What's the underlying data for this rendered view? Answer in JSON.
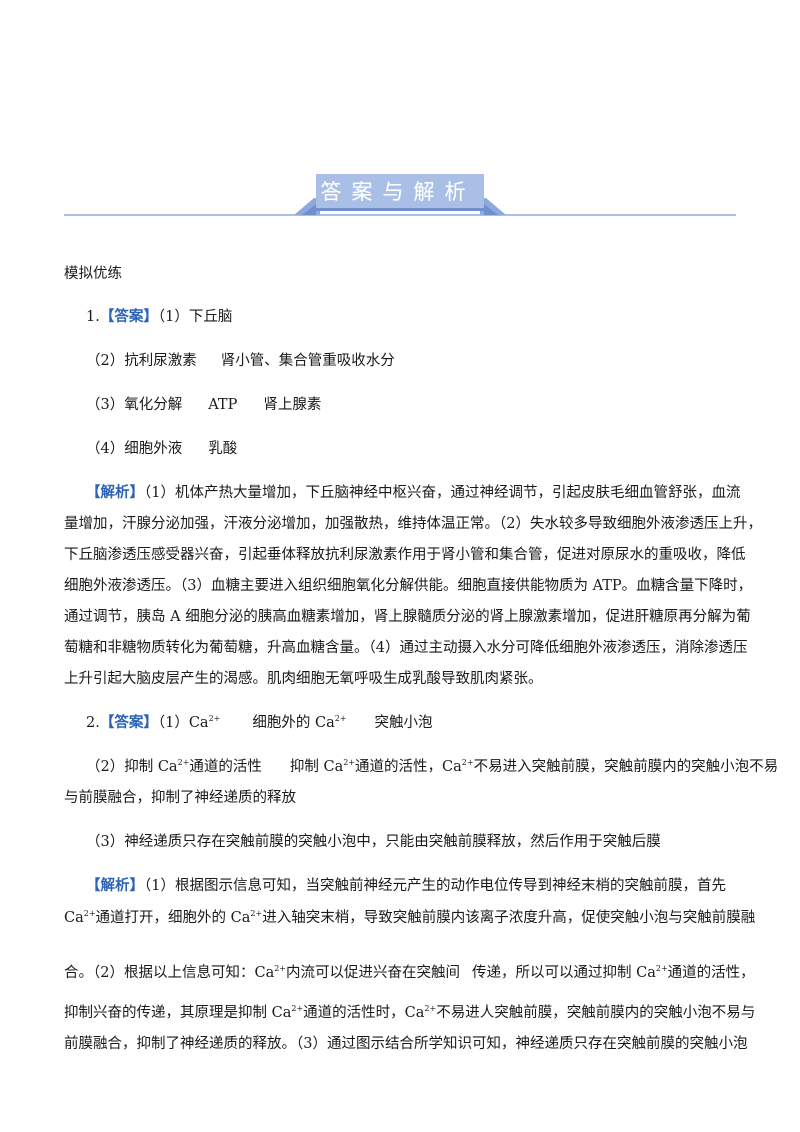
{
  "header": {
    "title": "答案与解析"
  },
  "section_title": "模拟优练",
  "q1": {
    "number": "1.",
    "tag": "【答案】",
    "a1": "（1）下丘脑",
    "a2_1": "（2）抗利尿激素",
    "a2_2": "肾小管、集合管重吸收水分",
    "a3_1": "（3）氧化分解",
    "a3_2": "ATP",
    "a3_3": "肾上腺素",
    "a4_1": "（4）细胞外液",
    "a4_2": "乳酸",
    "analysis_tag": "【解析】",
    "analysis": [
      "（1）机体产热大量增加，下丘脑神经中枢兴奋，通过神经调节，引起皮肤毛细血管舒张，血流",
      "量增加，汗腺分泌加强，汗液分泌增加，加强散热，维持体温正常。（2）失水较多导致细胞外液渗透压上升，",
      "下丘脑渗透压感受器兴奋，引起垂体释放抗利尿激素作用于肾小管和集合管，促进对原尿水的重吸收，降低",
      "细胞外液渗透压。（3）血糖主要进入组织细胞氧化分解供能。细胞直接供能物质为 ATP。血糖含量下降时，",
      "通过调节，胰岛 A 细胞分泌的胰高血糖素增加，肾上腺髓质分泌的肾上腺激素增加，促进肝糖原再分解为葡",
      "萄糖和非糖物质转化为葡萄糖，升高血糖含量。（4）通过主动摄入水分可降低细胞外液渗透压，消除渗透压",
      "上升引起大脑皮层产生的渴感。肌肉细胞无氧呼吸生成乳酸导致肌肉紧张。"
    ]
  },
  "q2": {
    "number": "2.",
    "tag": "【答案】",
    "a1_1": "（1）Ca",
    "sup": "2+",
    "a1_2": "细胞外的 Ca",
    "a1_3": "突触小泡",
    "a2_l1_a": "（2）抑制 Ca",
    "a2_l1_b": "通道的活性",
    "a2_l1_c": "抑制 Ca",
    "a2_l1_d": "通道的活性，Ca",
    "a2_l1_e": "不易进入突触前膜，突触前膜内的突触小泡不易",
    "a2_l2": "与前膜融合，抑制了神经递质的释放",
    "a3": "（3）神经递质只存在突触前膜的突触小泡中，只能由突触前膜释放，然后作用于突触后膜",
    "analysis_tag": "【解析】",
    "an_l1": "（1）根据图示信息可知，当突触前神经元产生的动作电位传导到神经末梢的突触前膜，首先",
    "an_l2_a": "Ca",
    "an_l2_b": "通道打开，细胞外的 Ca",
    "an_l2_c": "进入轴突末梢，导致突触前膜内该离子浓度升高，促使突触小泡与突触前膜融",
    "an_l3_a": "合。（2）根据以上信息可知：Ca",
    "an_l3_b": "内流可以促进兴奋在突触间",
    "an_l3_c": "传递，所以可以通过抑制 Ca",
    "an_l3_d": "通道的活性，",
    "an_l4_a": "抑制兴奋的传递，其原理是抑制 Ca",
    "an_l4_b": "通道的活性时，Ca",
    "an_l4_c": "不易进人突触前膜，突触前膜内的突触小泡不易与",
    "an_l5": "前膜融合，抑制了神经递质的释放。（3）通过图示结合所学知识可知，神经递质只存在突触前膜的突触小泡"
  },
  "colors": {
    "accent": "#2e64b8",
    "banner": "#9db4e0",
    "banner_dark": "#6f8fcf"
  }
}
